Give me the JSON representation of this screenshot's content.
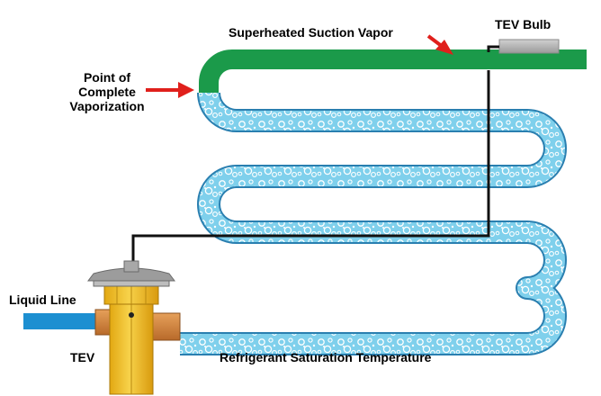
{
  "labels": {
    "superheated_suction_vapor": "Superheated Suction Vapor",
    "tev_bulb": "TEV Bulb",
    "point_line1": "Point of",
    "point_line2": "Complete",
    "point_line3": "Vaporization",
    "liquid_line": "Liquid Line",
    "tev": "TEV",
    "refrigerant_saturation_temperature": "Refrigerant Saturation Temperature"
  },
  "colors": {
    "vapor_pipe": "#1b9a4a",
    "liquid_refrigerant": "#7fd0ec",
    "bubble": "#ffffff",
    "liquid_line": "#1d8fd1",
    "tev_body": "#f3bf1a",
    "tev_fitting": "#d98a3b",
    "bulb": "#b8b8b8",
    "arrow": "#e0201c",
    "capillary": "#111111"
  },
  "icons": {
    "arrow_superheated": "red-arrow-icon",
    "arrow_point": "red-arrow-icon"
  }
}
